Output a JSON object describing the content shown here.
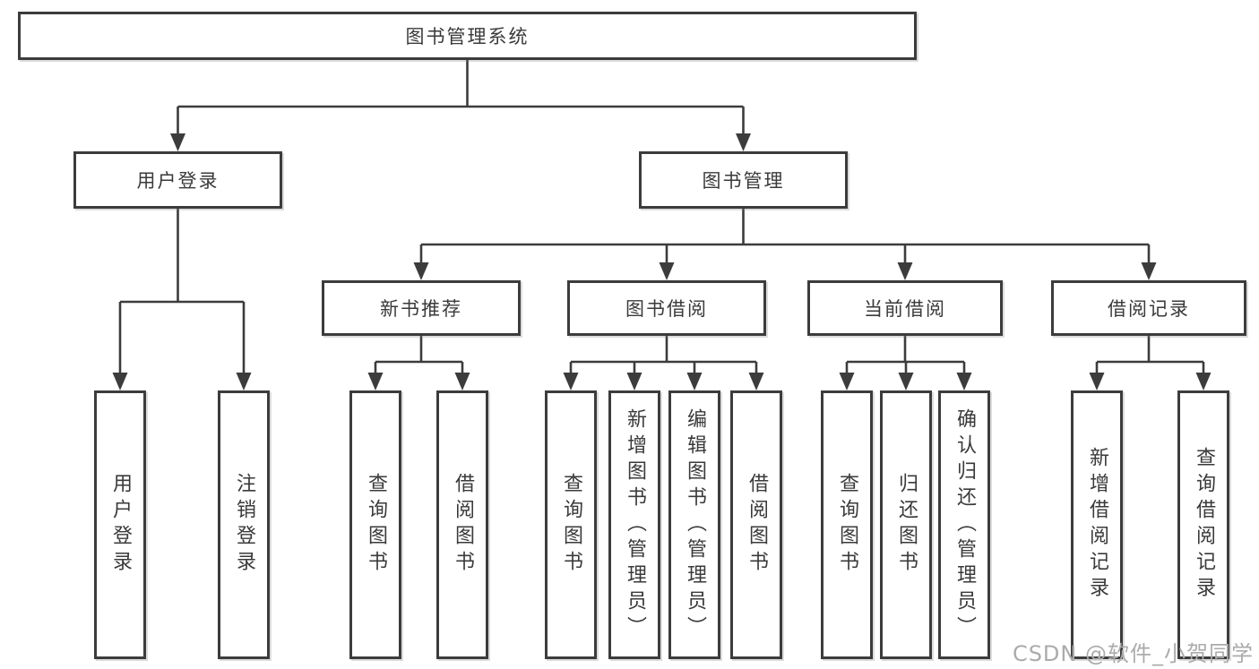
{
  "root": {
    "label": "图书管理系统"
  },
  "level2": [
    {
      "label": "用户登录"
    },
    {
      "label": "图书管理"
    }
  ],
  "level3": [
    {
      "parent": "图书管理",
      "label": "新书推荐"
    },
    {
      "parent": "图书管理",
      "label": "图书借阅"
    },
    {
      "parent": "图书管理",
      "label": "当前借阅"
    },
    {
      "parent": "图书管理",
      "label": "借阅记录"
    }
  ],
  "leaves": [
    {
      "parent": "用户登录",
      "label": "用户登录"
    },
    {
      "parent": "用户登录",
      "label": "注销登录"
    },
    {
      "parent": "新书推荐",
      "label": "查询图书"
    },
    {
      "parent": "新书推荐",
      "label": "借阅图书"
    },
    {
      "parent": "图书借阅",
      "label": "查询图书"
    },
    {
      "parent": "图书借阅",
      "label": "新增图书（管理员）"
    },
    {
      "parent": "图书借阅",
      "label": "编辑图书（管理员）"
    },
    {
      "parent": "图书借阅",
      "label": "借阅图书"
    },
    {
      "parent": "当前借阅",
      "label": "查询图书"
    },
    {
      "parent": "当前借阅",
      "label": "归还图书"
    },
    {
      "parent": "当前借阅",
      "label": "确认归还（管理员）"
    },
    {
      "parent": "借阅记录",
      "label": "新增借阅记录"
    },
    {
      "parent": "借阅记录",
      "label": "查询借阅记录"
    }
  ],
  "watermark": {
    "text": "CSDN @软件_小贺同学"
  },
  "colors": {
    "line": "#3c3c3c",
    "text": "#3a3a3a",
    "watermark": "#ababab",
    "background": "#ffffff"
  }
}
